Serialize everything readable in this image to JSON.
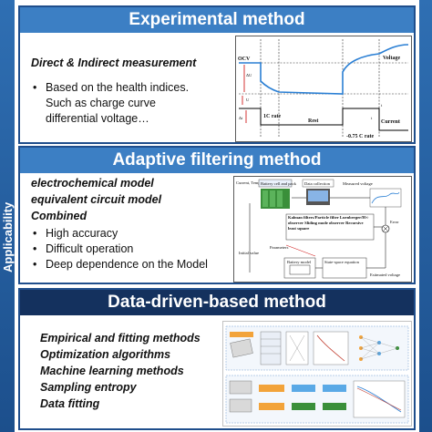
{
  "side": {
    "label": "Applicability"
  },
  "panels": [
    {
      "title": "Experimental method",
      "heading": "Direct & Indirect measurement",
      "bullets": [
        "Based on the health indices."
      ],
      "continuation": [
        "Such as charge curve",
        "differential voltage…"
      ],
      "figure": {
        "labels": {
          "ocv": "OCV",
          "voltage": "Voltage",
          "delta_u": "ΔU",
          "u0": "U",
          "rate_1c": "1C rate",
          "rest": "Rest",
          "current": "Current",
          "rate_075c": "-0.75 C rate",
          "delta_t": "Δt",
          "t1": "t",
          "t2": "t"
        }
      }
    },
    {
      "title": "Adaptive filtering method",
      "headings": [
        "electrochemical model",
        "equivalent circuit model",
        "Combined"
      ],
      "bullets": [
        "High accuracy",
        "Difficult operation",
        "Deep dependence on the Model"
      ],
      "figure": {
        "labels": {
          "input": "Current, Temperature",
          "battery": "Battery cell and pack",
          "collection": "Data collection",
          "measured": "Measured voltage",
          "filters": "Kalman filters/Particle filter Luenberger/H∞ observer Sliding mode observer Recursive least square",
          "error": "Error",
          "parameters": "Parameters",
          "initial": "Initial value",
          "model": "Battery model",
          "state": "State-space equation",
          "estimated": "Estimated voltage"
        }
      }
    },
    {
      "title": "Data-driven-based method",
      "headings": [
        "Empirical and fitting methods",
        "Optimization algorithms",
        "Machine learning methods",
        "Sampling entropy",
        "Data fitting"
      ]
    }
  ],
  "colors": {
    "title_blue": "#3c7fc4",
    "title_navy": "#14315e",
    "border": "#1f4e8c",
    "curve_blue": "#2a7fd4"
  }
}
